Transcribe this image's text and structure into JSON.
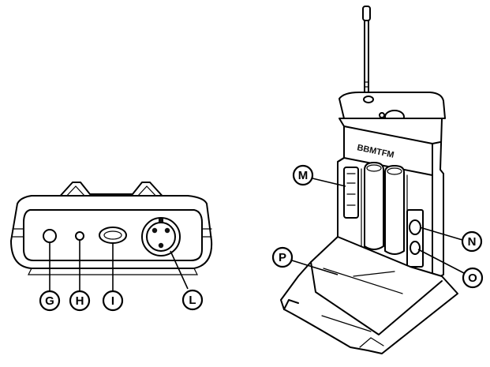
{
  "callouts": {
    "G": "G",
    "H": "H",
    "I": "I",
    "L": "L",
    "M": "M",
    "N": "N",
    "O": "O",
    "P": "P"
  },
  "device_branding": {
    "logo_text": "BBMTFM"
  }
}
